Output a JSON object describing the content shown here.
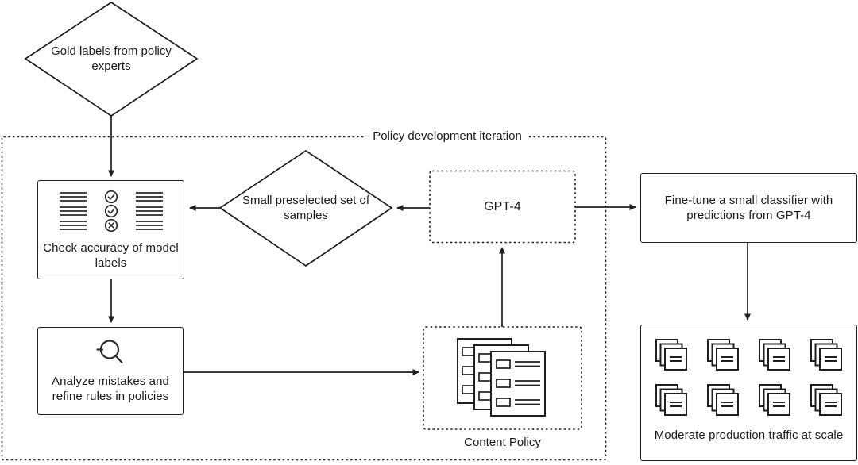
{
  "group": {
    "label": "Policy development iteration"
  },
  "nodes": {
    "gold_labels": {
      "shape": "diamond",
      "label": "Gold labels from policy experts"
    },
    "check_accuracy": {
      "shape": "box",
      "label": "Check accuracy of model labels",
      "icon": "label-check-list-icon"
    },
    "small_preselected": {
      "shape": "diamond",
      "label": "Small preselected set of samples"
    },
    "gpt4": {
      "shape": "dashed-box",
      "label": "GPT-4"
    },
    "fine_tune": {
      "shape": "box",
      "label": "Fine-tune a small classifier with predictions from GPT-4"
    },
    "analyze": {
      "shape": "box",
      "label": "Analyze mistakes and refine rules in policies",
      "icon": "magnifier-icon"
    },
    "content_policy": {
      "shape": "dashed-box",
      "label": "Content Policy",
      "icon": "documents-stack-icon"
    },
    "moderate": {
      "shape": "box",
      "label": "Moderate production traffic at scale",
      "icon": "pages-stack-icon",
      "icon_count": 8
    }
  },
  "edges": [
    {
      "from": "gold_labels",
      "to": "check_accuracy",
      "direction": "down"
    },
    {
      "from": "small_preselected",
      "to": "check_accuracy",
      "direction": "left"
    },
    {
      "from": "gpt4",
      "to": "small_preselected",
      "direction": "left"
    },
    {
      "from": "gpt4",
      "to": "fine_tune",
      "direction": "right"
    },
    {
      "from": "content_policy",
      "to": "gpt4",
      "direction": "up"
    },
    {
      "from": "check_accuracy",
      "to": "analyze",
      "direction": "down"
    },
    {
      "from": "analyze",
      "to": "content_policy",
      "direction": "right"
    },
    {
      "from": "fine_tune",
      "to": "moderate",
      "direction": "down"
    }
  ],
  "colors": {
    "stroke": "#1f1f1f",
    "text": "#1a1a1a",
    "background": "#ffffff"
  }
}
